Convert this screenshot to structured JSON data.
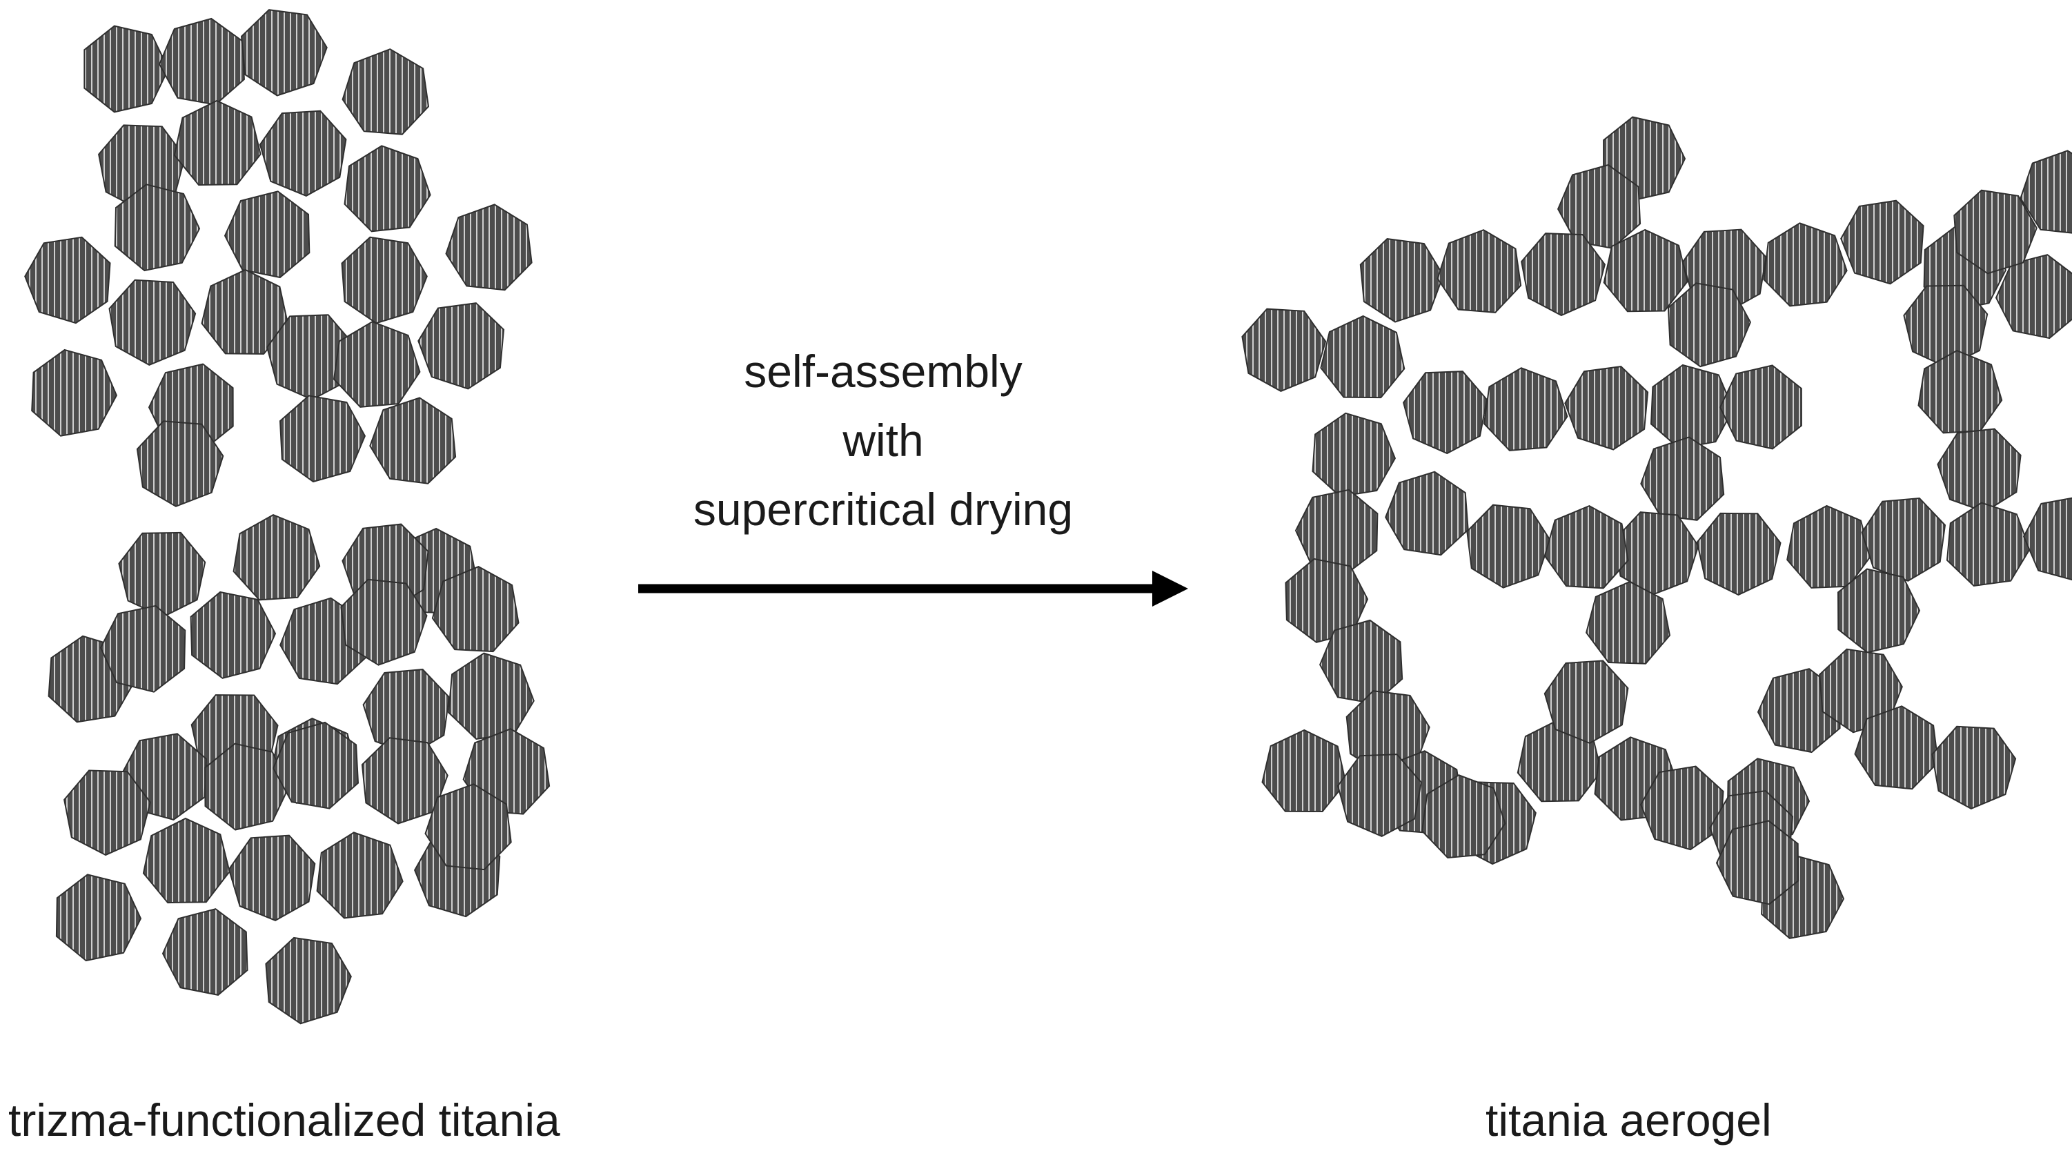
{
  "diagram": {
    "left_label": "trizma-functionalized titania",
    "right_label": "titania aerogel",
    "process_lines": [
      "self-assembly",
      "with",
      "supercritical drying"
    ]
  },
  "colors": {
    "particle_fill": "#4d4d4d",
    "particle_stripe": "#cfcfcf",
    "particle_edge": "#2f2f2f",
    "arrow": "#000000",
    "text": "#1a1a1a"
  }
}
